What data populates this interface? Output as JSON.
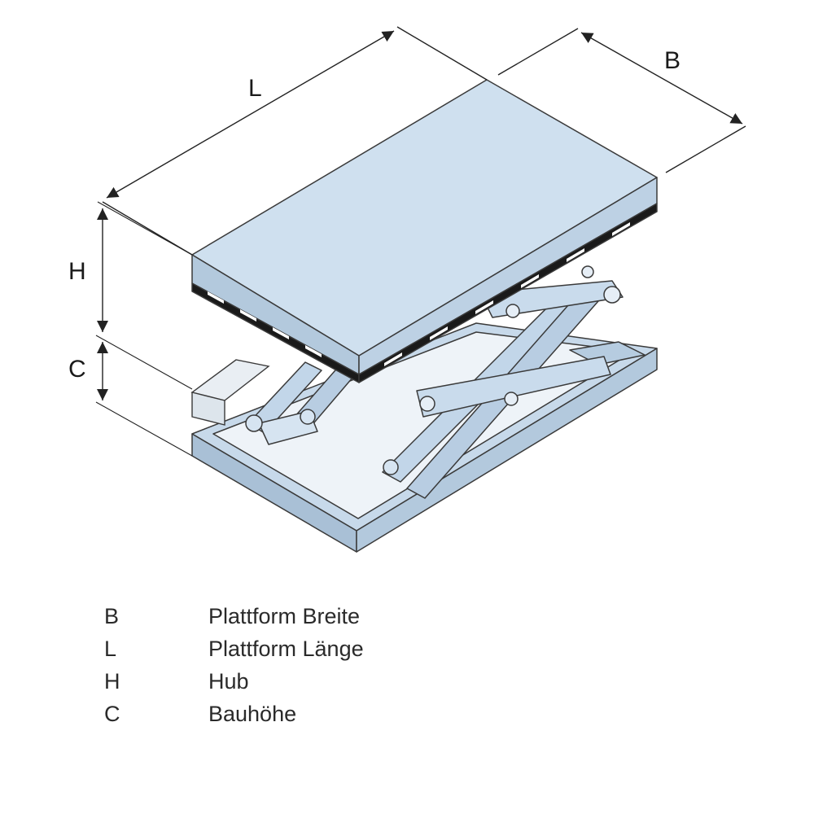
{
  "colors": {
    "platform_top": "#cfe0ef",
    "platform_side": "#b3c9dd",
    "frame": "#c7d9ea",
    "frame_side": "#a9c0d6",
    "scissor": "#c2d6e9",
    "outline": "#3a3a3a",
    "stripe_dark": "#1a1a1a",
    "dimension_line": "#222222"
  },
  "dimensions": {
    "L": "L",
    "B": "B",
    "H": "H",
    "C": "C"
  },
  "legend": [
    {
      "key": "B",
      "text": "Plattform Breite"
    },
    {
      "key": "L",
      "text": "Plattform Länge"
    },
    {
      "key": "H",
      "text": "Hub"
    },
    {
      "key": "C",
      "text": "Bauhöhe"
    }
  ]
}
